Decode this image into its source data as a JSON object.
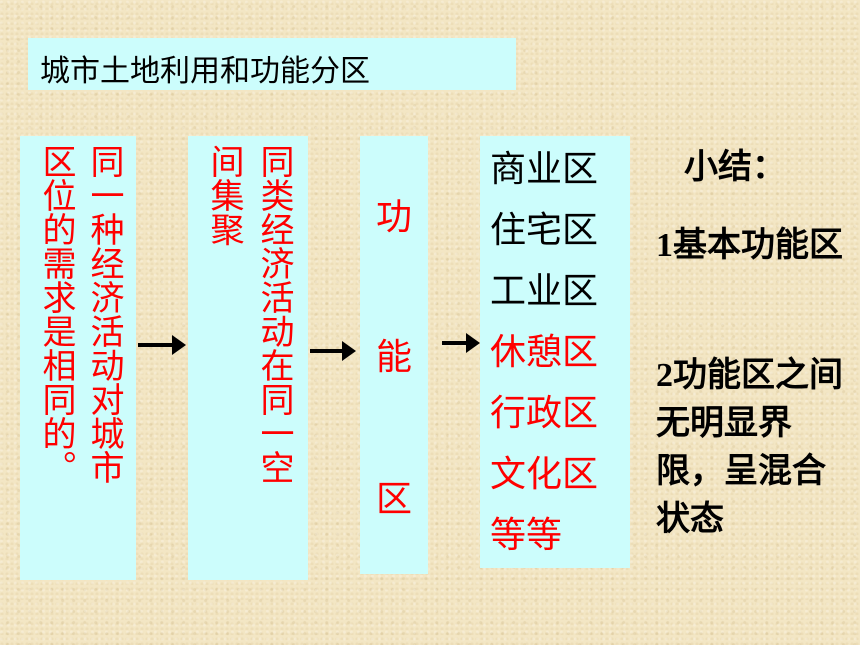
{
  "title": "城市土地利用和功能分区",
  "box1": {
    "col1": "同一种经济活动对城市",
    "col2": "区位的需求是相同的。"
  },
  "box2": {
    "col1": "同类经济活动在同一空",
    "col2": "间集聚"
  },
  "box3": {
    "chars": [
      "功",
      "能",
      "区"
    ]
  },
  "zones": [
    {
      "label": "商业区",
      "color": "#000000"
    },
    {
      "label": "住宅区",
      "color": "#000000"
    },
    {
      "label": "工业区",
      "color": "#000000"
    },
    {
      "label": "休憩区",
      "color": "#ff0000"
    },
    {
      "label": "行政区",
      "color": "#ff0000"
    },
    {
      "label": "文化区",
      "color": "#ff0000"
    },
    {
      "label": "等等",
      "color": "#ff0000"
    }
  ],
  "summary": {
    "heading": "小结：",
    "point1": "1基本功能区",
    "point2": "2功能区之间无明显界限，呈混合状态"
  },
  "colors": {
    "box_bg": "#ccfdfc",
    "accent_red": "#ff0000",
    "background": "#f3e6c4"
  }
}
